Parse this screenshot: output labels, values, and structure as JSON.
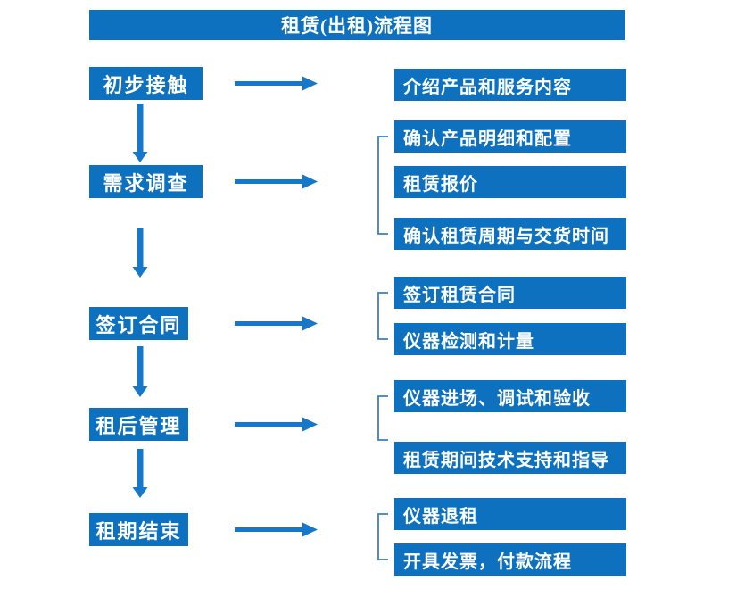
{
  "title": "租赁(出租)流程图",
  "colors": {
    "box_blue": "#0d71bf",
    "arrow_blue": "#1678cb",
    "bracket_blue": "#3a7fc1",
    "text_white": "#ffffff",
    "page_bg": "#ffffff"
  },
  "flow": {
    "steps": [
      {
        "label": "初步接触",
        "details": [
          "介绍产品和服务内容"
        ]
      },
      {
        "label": "需求调查",
        "details": [
          "确认产品明细和配置",
          "租赁报价",
          "确认租赁周期与交货时间"
        ]
      },
      {
        "label": "签订合同",
        "details": [
          "签订租赁合同",
          "仪器检测和计量"
        ]
      },
      {
        "label": "租后管理",
        "details": [
          "仪器进场、调试和验收",
          "租赁期间技术支持和指导"
        ]
      },
      {
        "label": "租期结束",
        "details": [
          "仪器退租",
          "开具发票，付款流程"
        ]
      }
    ]
  }
}
